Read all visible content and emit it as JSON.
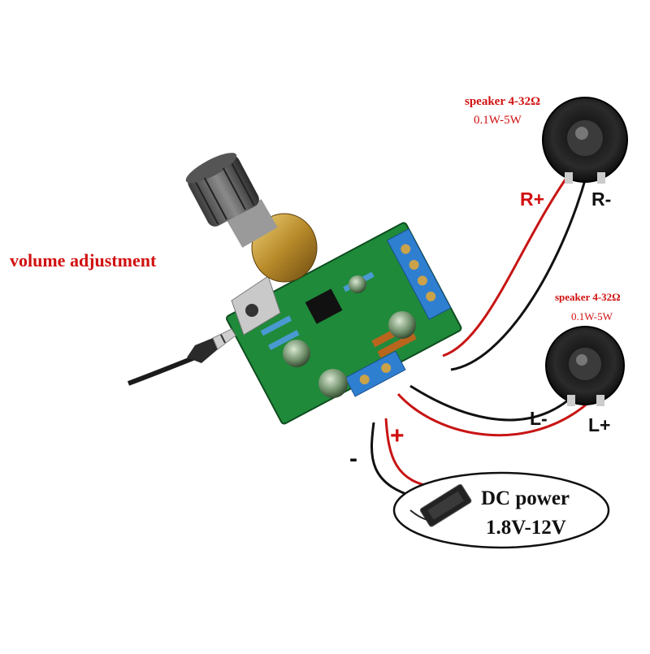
{
  "labels": {
    "volume": "volume adjustment",
    "speaker_right_title": "speaker 4-32Ω",
    "speaker_right_power": "0.1W-5W",
    "speaker_left_title": "speaker 4-32Ω",
    "speaker_left_power": "0.1W-5W",
    "right_plus": "R+",
    "right_minus": "R-",
    "left_minus": "L-",
    "left_plus": "L+",
    "power_minus": "-",
    "power_plus": "+",
    "dc_power_title": "DC power",
    "dc_power_range": "1.8V-12V"
  },
  "colors": {
    "accent_red": "#d11010",
    "text_dark": "#111111",
    "pcb_green": "#1f8a3a",
    "terminal_blue": "#2f7fd1",
    "wire_red": "#c81414",
    "wire_black": "#111111"
  }
}
